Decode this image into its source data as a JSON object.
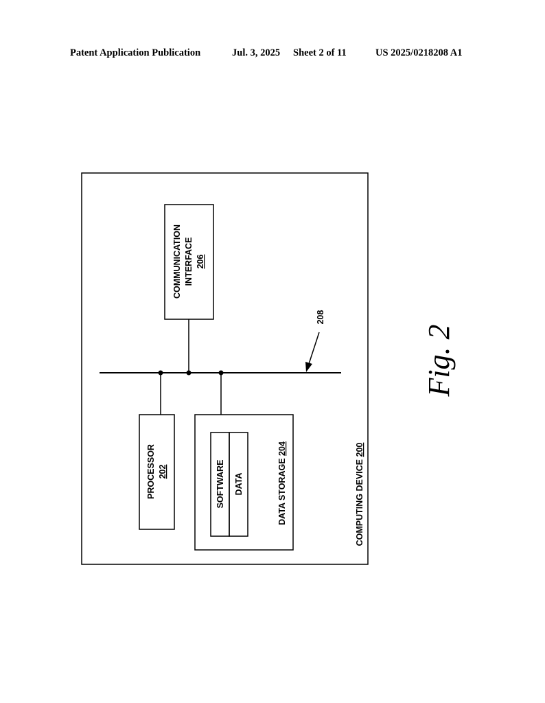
{
  "header": {
    "publication": "Patent Application Publication",
    "date": "Jul. 3, 2025",
    "sheet": "Sheet 2 of 11",
    "number": "US 2025/0218208 A1"
  },
  "diagram": {
    "device": {
      "label": "COMPUTING DEVICE",
      "ref": "200"
    },
    "processor": {
      "label": "PROCESSOR",
      "ref": "202"
    },
    "storage": {
      "label": "DATA STORAGE",
      "ref": "204",
      "software": "SOFTWARE",
      "data": "DATA"
    },
    "comm": {
      "line1": "COMMUNICATION",
      "line2": "INTERFACE",
      "ref": "206"
    },
    "bus": {
      "ref": "208"
    }
  },
  "figure": {
    "label": "Fig. 2"
  }
}
